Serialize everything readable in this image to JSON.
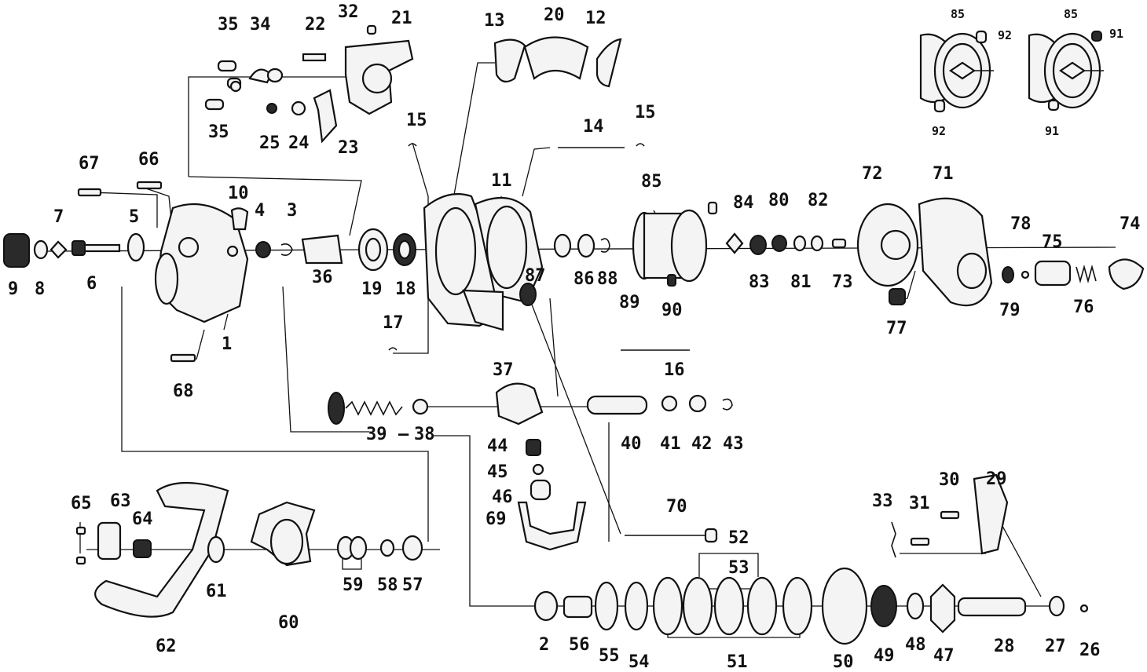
{
  "diagram": {
    "part_numbers": {
      "p1": "1",
      "p2": "2",
      "p3": "3",
      "p4": "4",
      "p5": "5",
      "p6": "6",
      "p7": "7",
      "p8": "8",
      "p9": "9",
      "p10": "10",
      "p11": "11",
      "p12": "12",
      "p13": "13",
      "p14": "14",
      "p15a": "15",
      "p15b": "15",
      "p16": "16",
      "p17": "17",
      "p18": "18",
      "p19": "19",
      "p20": "20",
      "p21": "21",
      "p22": "22",
      "p23": "23",
      "p24": "24",
      "p25": "25",
      "p26": "26",
      "p27": "27",
      "p28": "28",
      "p29": "29",
      "p30": "30",
      "p31": "31",
      "p32": "32",
      "p33": "33",
      "p34": "34",
      "p35a": "35",
      "p35b": "35",
      "p36": "36",
      "p37": "37",
      "p38": "38",
      "p39": "39",
      "p40": "40",
      "p41": "41",
      "p42": "42",
      "p43": "43",
      "p44": "44",
      "p45": "45",
      "p46": "46",
      "p47": "47",
      "p48": "48",
      "p49": "49",
      "p50": "50",
      "p51": "51",
      "p52": "52",
      "p53": "53",
      "p54": "54",
      "p55": "55",
      "p56": "56",
      "p57": "57",
      "p58": "58",
      "p59": "59",
      "p60": "60",
      "p61": "61",
      "p62": "62",
      "p63": "63",
      "p64": "64",
      "p65": "65",
      "p66": "66",
      "p67": "67",
      "p68": "68",
      "p69": "69",
      "p70": "70",
      "p71": "71",
      "p72": "72",
      "p73": "73",
      "p74": "74",
      "p75": "75",
      "p76": "76",
      "p77": "77",
      "p78": "78",
      "p79": "79",
      "p80": "80",
      "p81": "81",
      "p82": "82",
      "p83": "83",
      "p84": "84",
      "p85": "85",
      "p86": "86",
      "p87": "87",
      "p88": "88",
      "p89": "89",
      "p90": "90"
    },
    "inset_left": {
      "spool": "85",
      "top_pin": "92",
      "bottom_pin": "92"
    },
    "inset_right": {
      "spool": "85",
      "top_pin": "91",
      "bottom_pin": "91"
    },
    "separator": "–"
  }
}
